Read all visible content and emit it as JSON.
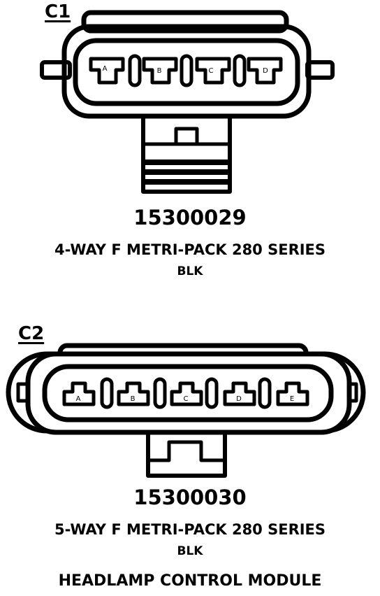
{
  "connectors": [
    {
      "label": "C1",
      "part_number": "15300029",
      "description": "4-WAY F METRI-PACK 280 SERIES",
      "color": "BLK",
      "cavities": [
        "A",
        "B",
        "C",
        "D"
      ]
    },
    {
      "label": "C2",
      "part_number": "15300030",
      "description": "5-WAY F METRI-PACK 280 SERIES",
      "color": "BLK",
      "cavities": [
        "A",
        "B",
        "C",
        "D",
        "E"
      ]
    }
  ],
  "footer": "HEADLAMP CONTROL MODULE"
}
